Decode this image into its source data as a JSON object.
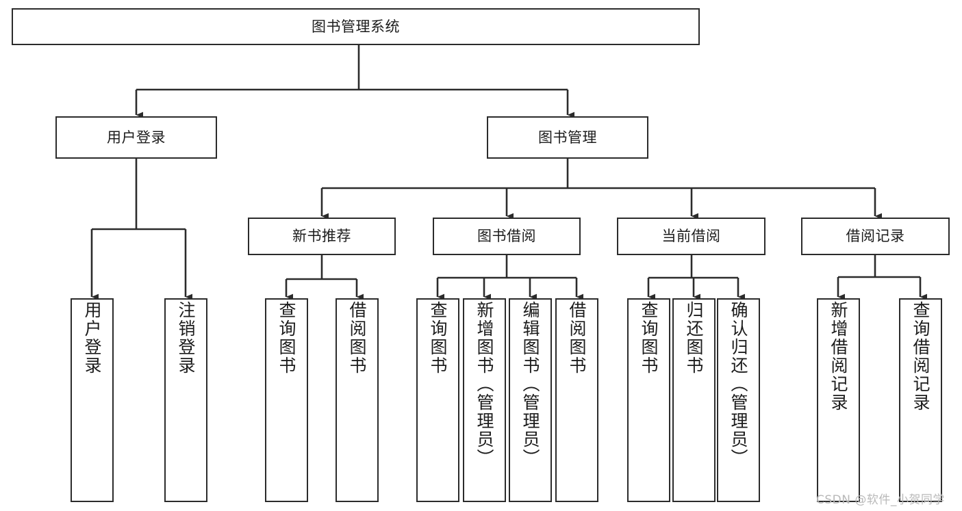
{
  "diagram": {
    "title": "图书管理系统",
    "type": "hierarchy-tree",
    "watermark": "CSDN @软件_小贺同学",
    "colors": {
      "stroke": "#2b2b2b",
      "fill": "#ffffff",
      "text": "#1c1c1c",
      "watermark": "#b9b9b9"
    },
    "levels": [
      {
        "level": 1,
        "nodes": [
          {
            "id": "root",
            "label": "图书管理系统",
            "orientation": "horizontal"
          }
        ]
      },
      {
        "level": 2,
        "nodes": [
          {
            "id": "login",
            "label": "用户登录",
            "orientation": "horizontal",
            "parent": "root"
          },
          {
            "id": "bookmgmt",
            "label": "图书管理",
            "orientation": "horizontal",
            "parent": "root"
          }
        ]
      },
      {
        "level": 3,
        "nodes": [
          {
            "id": "newbook",
            "label": "新书推荐",
            "orientation": "horizontal",
            "parent": "bookmgmt"
          },
          {
            "id": "borrow",
            "label": "图书借阅",
            "orientation": "horizontal",
            "parent": "bookmgmt"
          },
          {
            "id": "current",
            "label": "当前借阅",
            "orientation": "horizontal",
            "parent": "bookmgmt"
          },
          {
            "id": "record",
            "label": "借阅记录",
            "orientation": "horizontal",
            "parent": "bookmgmt"
          }
        ]
      },
      {
        "level": 4,
        "nodes": [
          {
            "id": "leaf-1",
            "label": "用户登录",
            "orientation": "vertical",
            "parent": "login"
          },
          {
            "id": "leaf-2",
            "label": "注销登录",
            "orientation": "vertical",
            "parent": "login"
          },
          {
            "id": "leaf-3",
            "label": "查询图书",
            "orientation": "vertical",
            "parent": "newbook"
          },
          {
            "id": "leaf-4",
            "label": "借阅图书",
            "orientation": "vertical",
            "parent": "newbook"
          },
          {
            "id": "leaf-5",
            "label": "查询图书",
            "orientation": "vertical",
            "parent": "borrow"
          },
          {
            "id": "leaf-6",
            "label": "新增图书（管理员）",
            "orientation": "vertical",
            "parent": "borrow"
          },
          {
            "id": "leaf-7",
            "label": "编辑图书（管理员）",
            "orientation": "vertical",
            "parent": "borrow"
          },
          {
            "id": "leaf-8",
            "label": "借阅图书",
            "orientation": "vertical",
            "parent": "borrow"
          },
          {
            "id": "leaf-9",
            "label": "查询图书",
            "orientation": "vertical",
            "parent": "current"
          },
          {
            "id": "leaf-10",
            "label": "归还图书",
            "orientation": "vertical",
            "parent": "current"
          },
          {
            "id": "leaf-11",
            "label": "确认归还（管理员）",
            "orientation": "vertical",
            "parent": "current"
          },
          {
            "id": "leaf-12",
            "label": "新增借阅记录",
            "orientation": "vertical",
            "parent": "record"
          },
          {
            "id": "leaf-13",
            "label": "查询借阅记录",
            "orientation": "vertical",
            "parent": "record"
          }
        ]
      }
    ]
  }
}
